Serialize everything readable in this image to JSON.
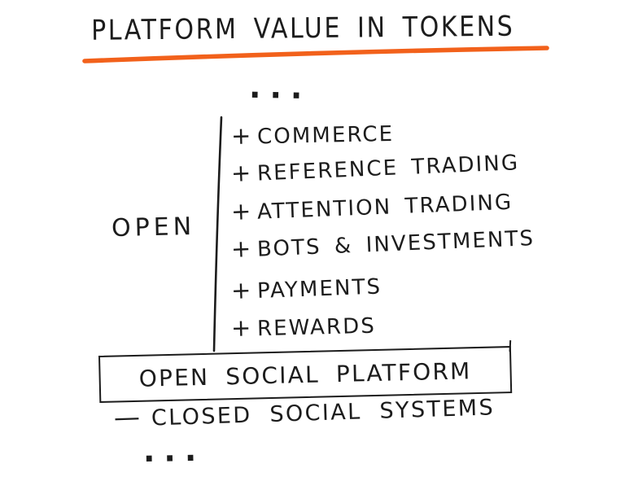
{
  "title": "PLATFORM VALUE IN TOKENS",
  "colors": {
    "ink": "#1C1C1C",
    "accent_underline": "#F2611B",
    "background": "#FFFFFF"
  },
  "ellipsis_top": "···",
  "ellipsis_bottom": "···",
  "open_group": {
    "label": "OPEN",
    "plus_symbol": "+",
    "items": [
      "COMMERCE",
      "REFERENCE TRADING",
      "ATTENTION TRADING",
      "BOTS & INVESTMENTS",
      "PAYMENTS",
      "REWARDS"
    ]
  },
  "summary_box": {
    "label": "OPEN SOCIAL PLATFORM"
  },
  "negative_item": {
    "symbol": "—",
    "label": "CLOSED SOCIAL SYSTEMS"
  }
}
